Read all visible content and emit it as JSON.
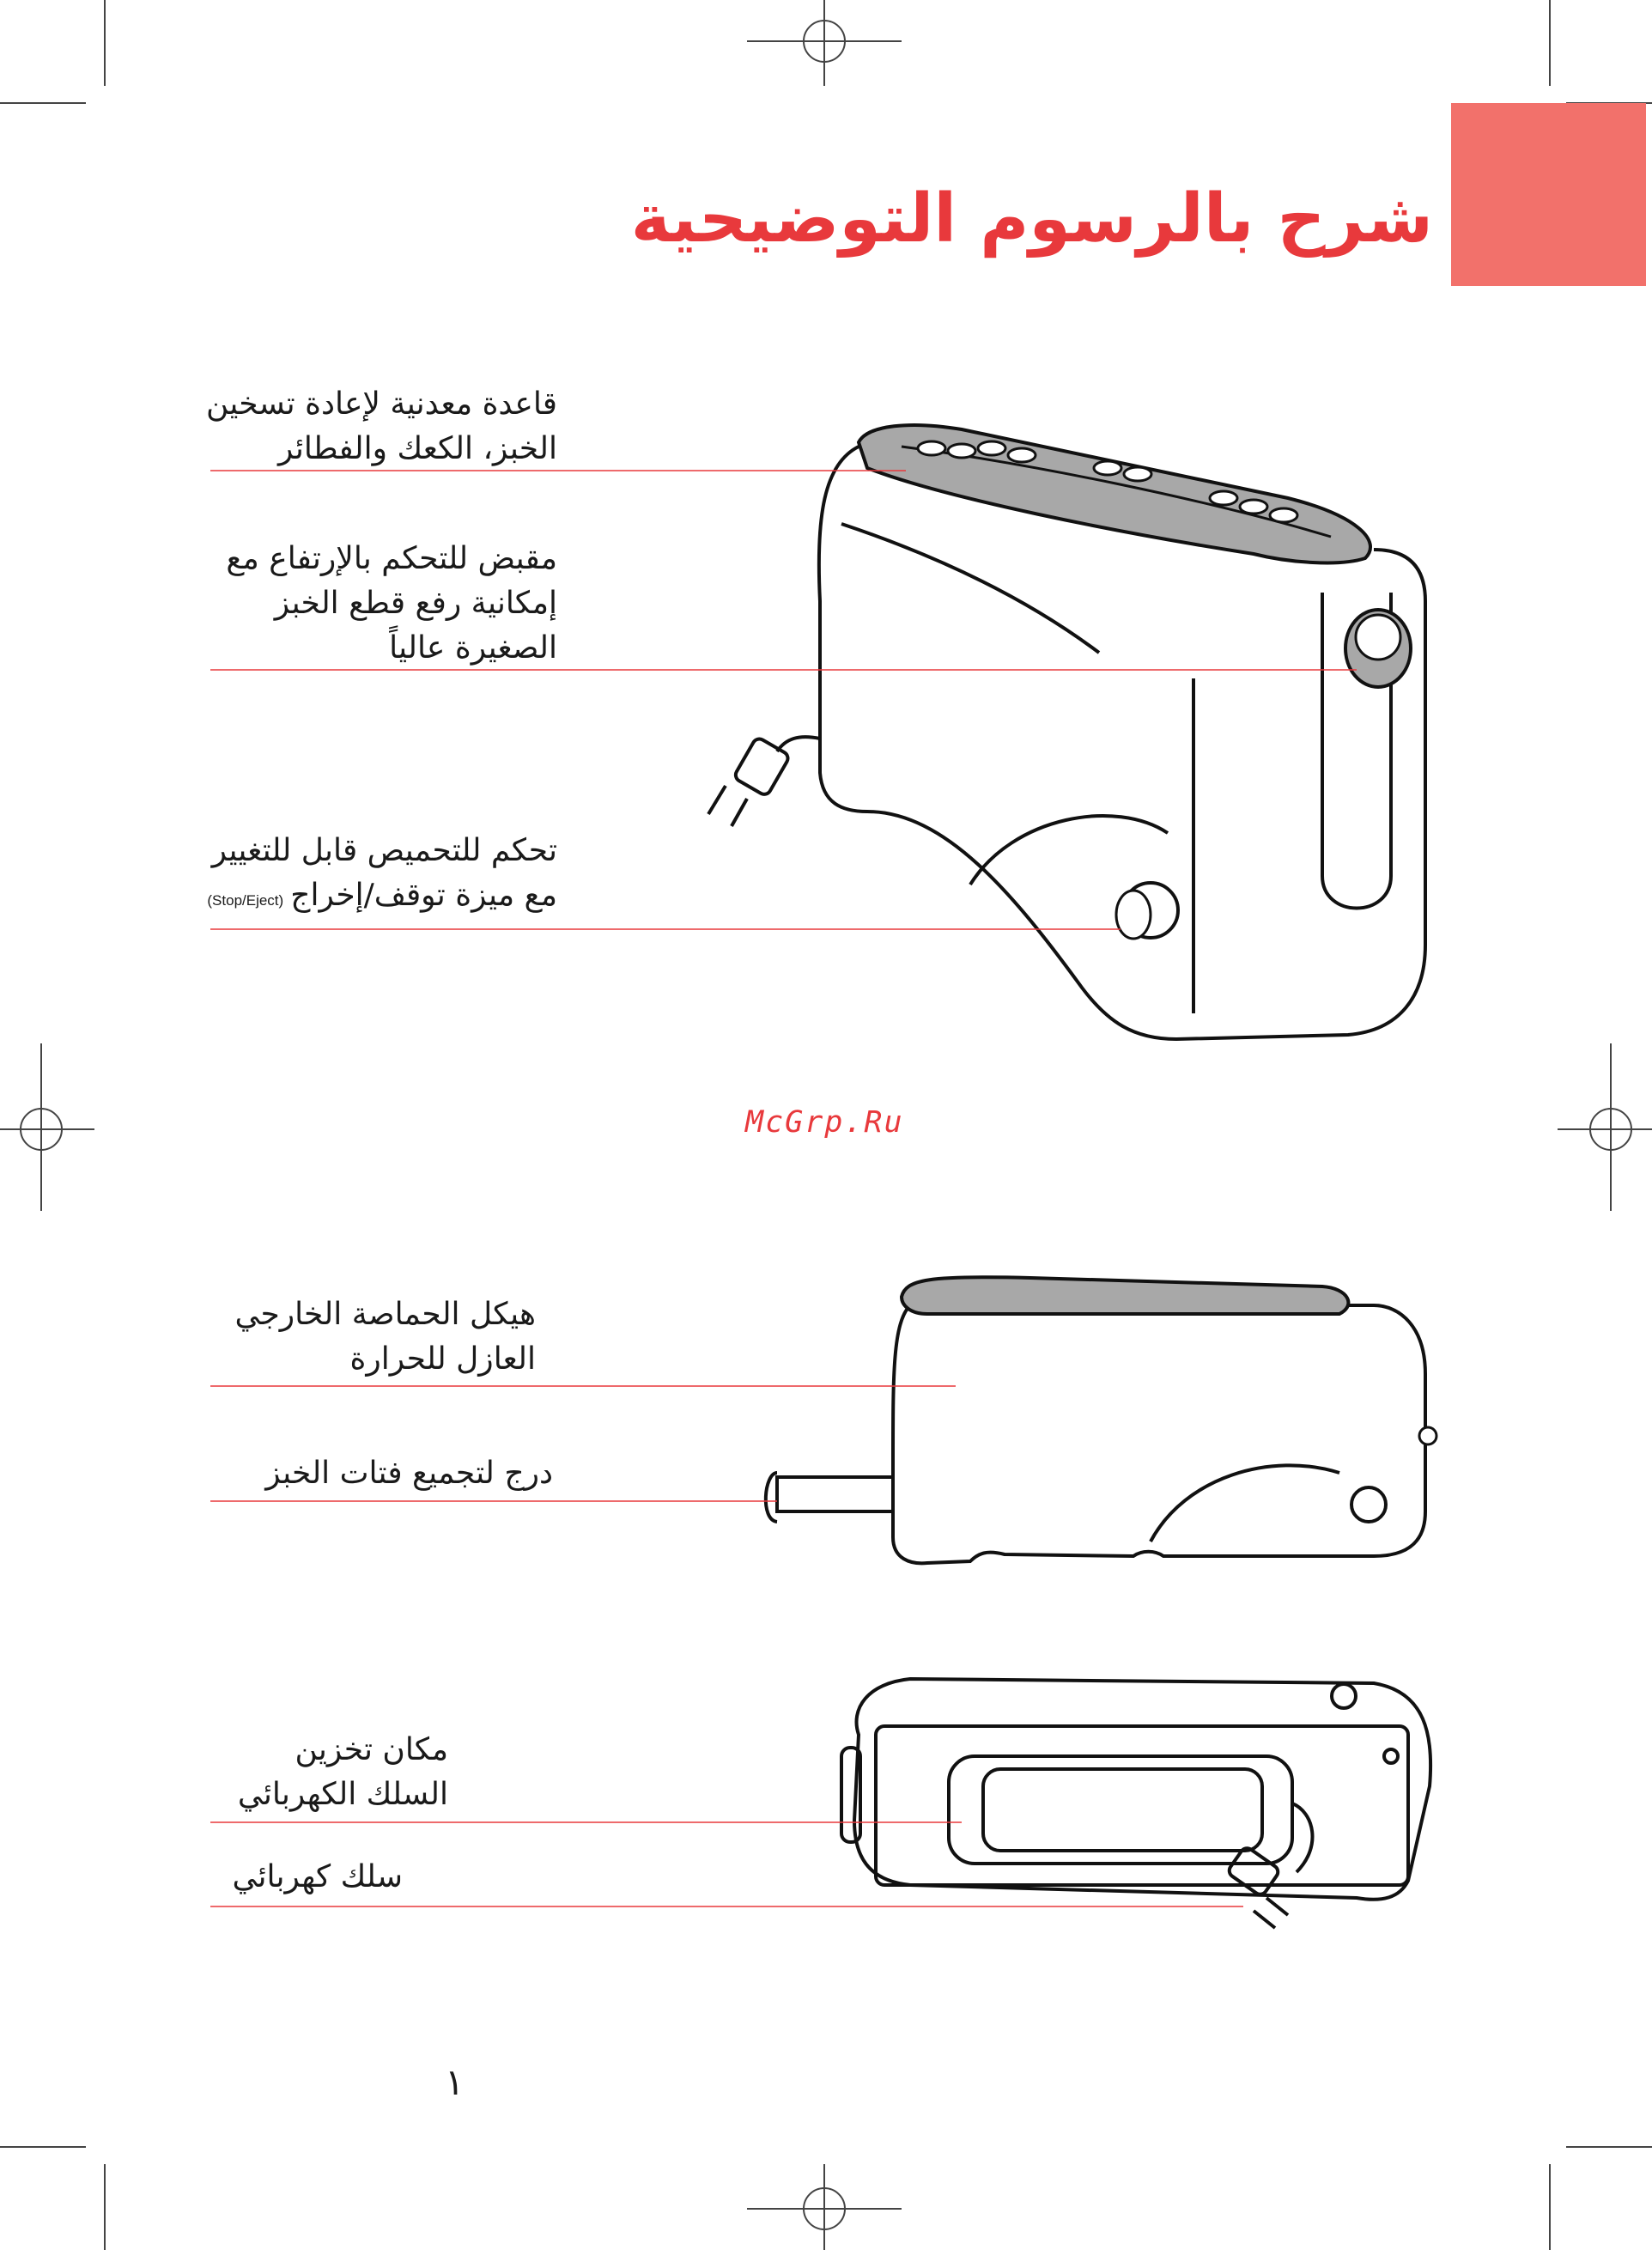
{
  "title": "شرح بالرسوم التوضيحية",
  "watermark": "McGrp.Ru",
  "page_number": "١",
  "labels": {
    "base": [
      "قاعدة معدنية لإعادة تسخين",
      "الخبز، الكعك والفطائر"
    ],
    "lever": [
      "مقبض للتحكم بالإرتفاع مع",
      "إمكانية رفع قطع الخبز",
      "الصغيرة عالياً"
    ],
    "control": [
      "تحكم للتحميص قابل للتغيير",
      "مع ميزة توقف/إخراج"
    ],
    "control_note": "(Stop/Eject)",
    "housing": [
      "هيكل الحماصة الخارجي",
      "العازل للحرارة"
    ],
    "crumb_tray": [
      "درج لتجميع فتات الخبز"
    ],
    "cord_storage": [
      "مكان تخزين",
      "السلك الكهربائي"
    ],
    "cord": [
      "سلك كهربائي"
    ]
  },
  "colors": {
    "accent": "#e8393c",
    "tab": "#f2716b",
    "leader": "#e8393c"
  }
}
